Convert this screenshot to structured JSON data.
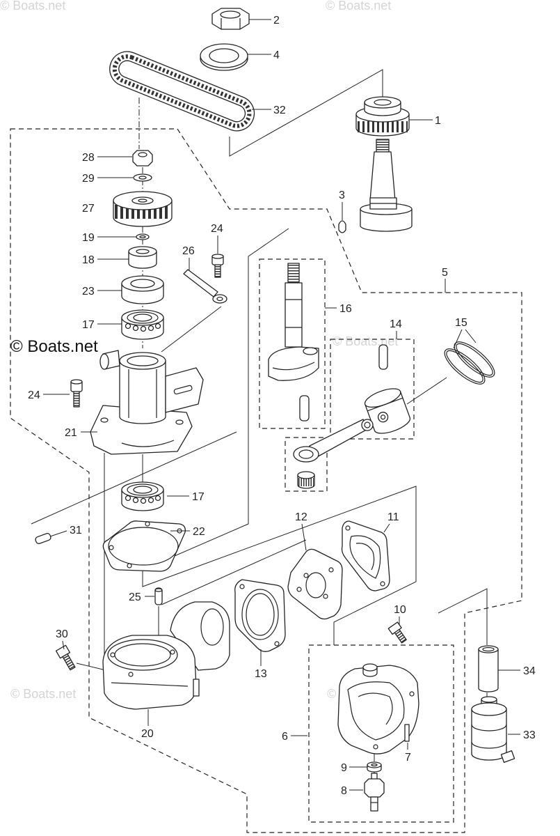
{
  "watermark": "© Boats.net",
  "callouts": {
    "c1": "1",
    "c2": "2",
    "c3": "3",
    "c4": "4",
    "c5": "5",
    "c6": "6",
    "c7": "7",
    "c8": "8",
    "c9": "9",
    "c10": "10",
    "c11": "11",
    "c12": "12",
    "c13": "13",
    "c14": "14",
    "c15": "15",
    "c16": "16",
    "c17a": "17",
    "c17b": "17",
    "c18": "18",
    "c19": "19",
    "c20": "20",
    "c21": "21",
    "c22": "22",
    "c23": "23",
    "c24a": "24",
    "c24b": "24",
    "c25": "25",
    "c26": "26",
    "c27": "27",
    "c28": "28",
    "c29": "29",
    "c30": "30",
    "c31": "31",
    "c32": "32",
    "c33": "33",
    "c34": "34"
  },
  "colors": {
    "line": "#222222",
    "background": "#ffffff",
    "watermark_faint": "#d4d4d4"
  }
}
